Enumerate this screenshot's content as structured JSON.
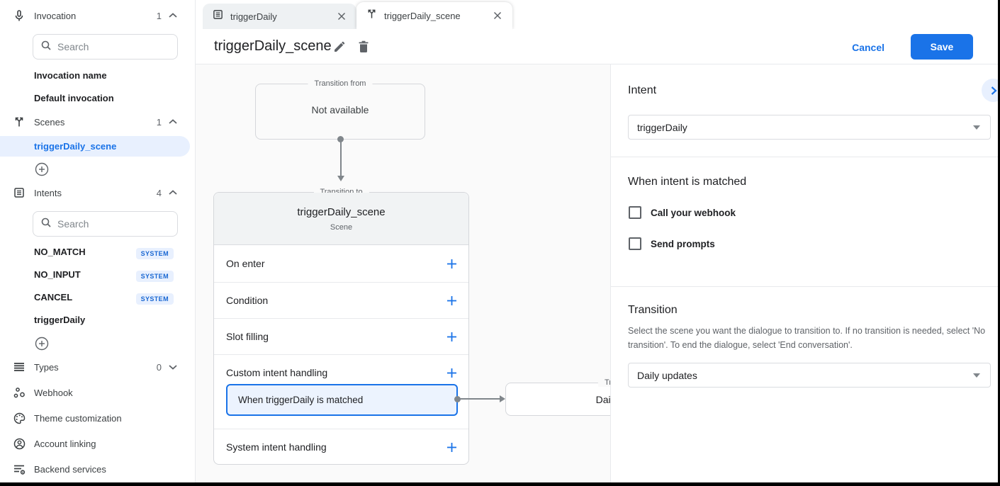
{
  "tabs": [
    {
      "label": "triggerDaily",
      "icon": "intent-icon"
    },
    {
      "label": "triggerDaily_scene",
      "icon": "scene-icon"
    }
  ],
  "header": {
    "title": "triggerDaily_scene",
    "cancel_label": "Cancel",
    "save_label": "Save"
  },
  "sidebar": {
    "invocation": {
      "label": "Invocation",
      "count": "1",
      "search_placeholder": "Search",
      "items": [
        {
          "label": "Invocation name"
        },
        {
          "label": "Default invocation"
        }
      ]
    },
    "scenes": {
      "label": "Scenes",
      "count": "1",
      "selected_item": "triggerDaily_scene"
    },
    "intents": {
      "label": "Intents",
      "count": "4",
      "search_placeholder": "Search",
      "items": [
        {
          "label": "NO_MATCH",
          "badge": "SYSTEM"
        },
        {
          "label": "NO_INPUT",
          "badge": "SYSTEM"
        },
        {
          "label": "CANCEL",
          "badge": "SYSTEM"
        },
        {
          "label": "triggerDaily",
          "badge": ""
        }
      ]
    },
    "types": {
      "label": "Types",
      "count": "0"
    },
    "links": [
      {
        "label": "Webhook"
      },
      {
        "label": "Theme customization"
      },
      {
        "label": "Account linking"
      },
      {
        "label": "Backend services"
      }
    ]
  },
  "canvas": {
    "transition_from": {
      "legend": "Transition from",
      "text": "Not available"
    },
    "scene_card": {
      "legend": "Transition to",
      "title": "triggerDaily_scene",
      "subtitle": "Scene",
      "rows": [
        {
          "label": "On enter"
        },
        {
          "label": "Condition"
        },
        {
          "label": "Slot filling"
        },
        {
          "label": "Custom intent handling"
        },
        {
          "label": "System intent handling"
        }
      ],
      "matched_label": "When triggerDaily is matched"
    },
    "target_card": {
      "legend": "Transition to",
      "title": "Daily updates"
    }
  },
  "panel": {
    "intent": {
      "heading": "Intent",
      "value": "triggerDaily"
    },
    "matched": {
      "heading": "When intent is matched",
      "checkboxes": [
        {
          "label": "Call your webhook"
        },
        {
          "label": "Send prompts"
        }
      ]
    },
    "transition": {
      "heading": "Transition",
      "description": "Select the scene you want the dialogue to transition to. If no transition is needed, select 'No transition'. To end the dialogue, select 'End conversation'.",
      "value": "Daily updates"
    }
  },
  "colors": {
    "accent": "#1a73e8",
    "selected_bg": "#e8f0fe",
    "badge_text": "#1967d2"
  }
}
